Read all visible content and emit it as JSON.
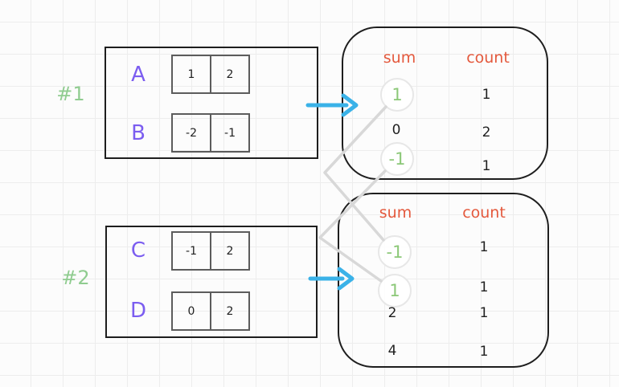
{
  "colors": {
    "background": "#fcfcfc",
    "grid_line": "#ededed",
    "box_border": "#1e1e1e",
    "cell_border": "#5c5c5c",
    "text_dark": "#1f1f1f",
    "array_label_purple": "#7b5df0",
    "group_label_green": "#90cc90",
    "highlight_green": "#8cc878",
    "header_orange": "#e4593d",
    "arrow_blue": "#3ab2e8",
    "connector_gray": "#d8d8d8"
  },
  "groups": [
    {
      "label": "#1",
      "arrays": [
        {
          "name": "A",
          "values": [
            "1",
            "2"
          ]
        },
        {
          "name": "B",
          "values": [
            "-2",
            "-1"
          ]
        }
      ],
      "table": {
        "headers": {
          "sum": "sum",
          "count": "count"
        },
        "rows": [
          {
            "sum": "1",
            "count": "1",
            "highlighted": true
          },
          {
            "sum": "0",
            "count": "2",
            "highlighted": false
          },
          {
            "sum": "-1",
            "count": "1",
            "highlighted": true
          }
        ]
      }
    },
    {
      "label": "#2",
      "arrays": [
        {
          "name": "C",
          "values": [
            "-1",
            "2"
          ]
        },
        {
          "name": "D",
          "values": [
            "0",
            "2"
          ]
        }
      ],
      "table": {
        "headers": {
          "sum": "sum",
          "count": "count"
        },
        "rows": [
          {
            "sum": "-1",
            "count": "1",
            "highlighted": true
          },
          {
            "sum": "1",
            "count": "1",
            "highlighted": true
          },
          {
            "sum": "2",
            "count": "1",
            "highlighted": false
          },
          {
            "sum": "4",
            "count": "1",
            "highlighted": false
          }
        ]
      }
    }
  ],
  "connections": [
    {
      "from_group": "#1",
      "from_sum": "1",
      "to_group": "#2",
      "to_sum": "-1"
    },
    {
      "from_group": "#1",
      "from_sum": "-1",
      "to_group": "#2",
      "to_sum": "1"
    }
  ],
  "icons": {
    "flow_arrow_1": "arrow-right-icon",
    "flow_arrow_2": "arrow-right-icon"
  }
}
